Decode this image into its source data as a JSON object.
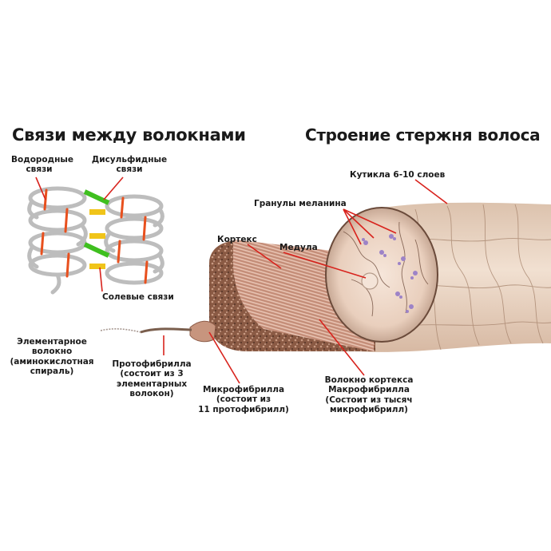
{
  "left_title": "Связи между волокнами",
  "right_title": "Строение стержня волоса",
  "labels": {
    "hydrogen_bonds": [
      "Водородные",
      "связи"
    ],
    "disulfide_bonds": [
      "Дисульфидные",
      "связи"
    ],
    "salt_bonds": "Солевые связи",
    "cuticle": "Кутикла 6-10 слоев",
    "melanin_granules": "Гранулы меланина",
    "cortex": "Кортекс",
    "medulla": "Медула",
    "elementary_fiber": [
      "Элементарное",
      "волокно",
      "(аминокислотная",
      "спираль)"
    ],
    "protofibril": [
      "Протофибрилла",
      "(состоит из 3",
      "элементарных",
      "волокон)"
    ],
    "microfibril": [
      "Микрофибрилла",
      "(состоит из",
      "11 протофибрилл)"
    ],
    "macrofibril": [
      "Волокно кортекса",
      "Макрофибрилла",
      "(Состоит из тысяч",
      "микрофибрилл)"
    ]
  },
  "colors": {
    "coil": "#b9b9b9",
    "hydrogen_bond": "#e8501e",
    "disulfide_bond": "#3fbf1f",
    "salt_bond": "#f0c419",
    "hair_shell": "#ead3c1",
    "cortex_fiber": "#c58f7a",
    "pointer": "#d8231d"
  }
}
